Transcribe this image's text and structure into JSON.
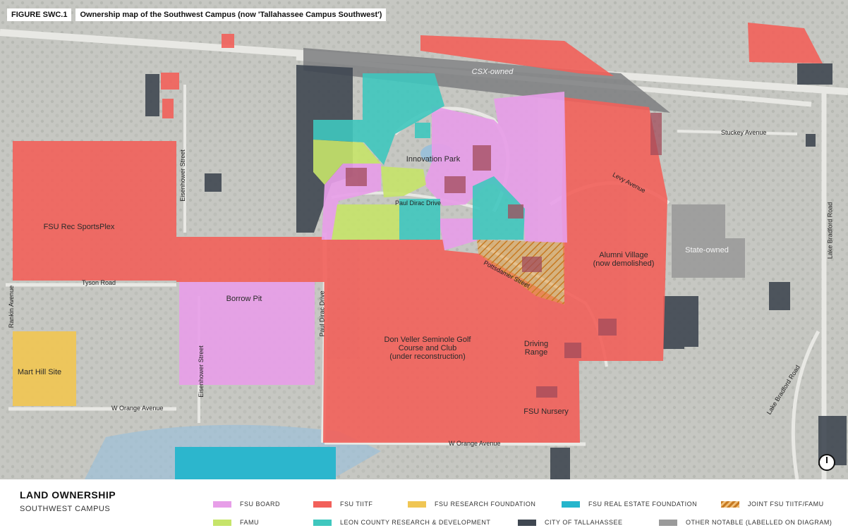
{
  "figure": {
    "id": "FIGURE SWC.1",
    "caption": "Ownership map of the Southwest Campus (now 'Tallahassee Campus Southwest')"
  },
  "colors": {
    "fsu_board": "#e79ee8",
    "fsu_titf": "#f2605a",
    "fsu_research_foundation": "#f0c654",
    "fsu_real_estate_foundation": "#25b5cc",
    "joint": "#e3a24a",
    "famu": "#c6e46a",
    "leon_county": "#3fc7be",
    "city": "#3f4751",
    "other": "#9a9a9a"
  },
  "areas": {
    "rec_sportsplex": "FSU Rec SportsPlex",
    "borrow_pit": "Borrow Pit",
    "golf_course": "Don Veller Seminole Golf\nCourse and Club\n(under reconstruction)",
    "driving_range": "Driving\nRange",
    "fsu_nursery": "FSU Nursery",
    "alumni_village": "Alumni Village\n(now demolished)",
    "state_owned": "State-owned",
    "mart_hill": "Mart Hill Site",
    "innovation_park": "Innovation Park",
    "csx_owned": "CSX-owned"
  },
  "streets": {
    "eisenhower_north": "Eisenhower Street",
    "eisenhower_south": "Eisenhower Street",
    "paul_dirac_drive_h": "Paul Dirac Drive",
    "paul_dirac_drive_v": "Paul Dirac Drive",
    "tyson_road": "Tyson Road",
    "rankin_avenue": "Rankin Avenue",
    "w_orange_avenue_west": "W Orange Avenue",
    "w_orange_avenue_south": "W Orange Avenue",
    "levy_avenue": "Levy Avenue",
    "stuckey_avenue": "Stuckey Avenue",
    "pottsdamer_street": "Pottsdamer Street",
    "lake_bradford_road_north": "Lake Bradford Road",
    "lake_bradford_road_south": "Lake Bradford Road"
  },
  "legend": {
    "title": "LAND OWNERSHIP",
    "subtitle": "SOUTHWEST CAMPUS",
    "items": [
      {
        "key": "fsu_board",
        "label": "FSU BOARD"
      },
      {
        "key": "fsu_titf",
        "label": "FSU TIITF"
      },
      {
        "key": "fsu_research_foundation",
        "label": "FSU RESEARCH FOUNDATION"
      },
      {
        "key": "fsu_real_estate_foundation",
        "label": "FSU REAL ESTATE FOUNDATION"
      },
      {
        "key": "joint",
        "label": "JOINT FSU TIITF/FAMU"
      },
      {
        "key": "famu",
        "label": "FAMU"
      },
      {
        "key": "leon_county",
        "label": "LEON COUNTY RESEARCH & DEVELOPMENT"
      },
      {
        "key": "city",
        "label": "CITY OF TALLAHASSEE"
      },
      {
        "key": "other",
        "label": "OTHER NOTABLE (LABELLED ON DIAGRAM)"
      }
    ]
  }
}
